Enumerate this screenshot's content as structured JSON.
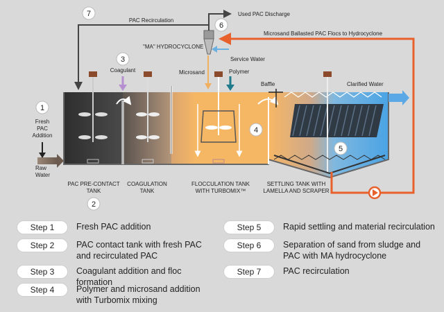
{
  "labels": {
    "pac_recirculation": "PAC Recirculation",
    "used_pac_discharge": "Used PAC Discharge",
    "microsand_flocs": "Microsand Ballasted PAC Flocs to Hydrocyclone",
    "ma_hydrocyclone": "\"MA\" HYDROCYCLONE",
    "service_water": "Service Water",
    "coagulant": "Coagulant",
    "microsand": "Microsand",
    "polymer": "Polymer",
    "baffle": "Baffle",
    "clarified_water": "Clarified Water",
    "fresh_pac_1": "Fresh",
    "fresh_pac_2": "PAC",
    "fresh_pac_3": "Addition",
    "raw_water_1": "Raw",
    "raw_water_2": "Water",
    "tank_pac_1": "PAC PRE-CONTACT",
    "tank_pac_2": "TANK",
    "tank_coag_1": "COAGULATION",
    "tank_coag_2": "TANK",
    "tank_floc_1": "FLOCCULATION TANK",
    "tank_floc_2": "WITH TURBOMIX™",
    "tank_settle_1": "SETTLING TANK WITH",
    "tank_settle_2": "LAMELLA AND SCRAPER"
  },
  "markers": [
    "1",
    "2",
    "3",
    "4",
    "5",
    "6",
    "7"
  ],
  "steps": [
    {
      "tag": "Step 1",
      "text": "Fresh PAC addition"
    },
    {
      "tag": "Step 2",
      "text": "PAC contact tank with fresh PAC and recirculated PAC"
    },
    {
      "tag": "Step 3",
      "text": "Coagulant addition and floc formation"
    },
    {
      "tag": "Step 4",
      "text": "Polymer and microsand addition with Turbomix mixing"
    },
    {
      "tag": "Step 5",
      "text": "Rapid settling and material recirculation"
    },
    {
      "tag": "Step 6",
      "text": "Separation of sand from sludge and PAC with MA hydrocyclone"
    },
    {
      "tag": "Step 7",
      "text": "PAC recirculation"
    }
  ],
  "colors": {
    "recirculation_line": "#e8612c",
    "service_water": "#6ab0e0",
    "coagulant": "#b58fcf",
    "polymer": "#1f7a8c",
    "microsand": "#f0b060",
    "clarified_water": "#5aa9e6",
    "pac_tank": "#3a3a3a",
    "floc_tank": "#f6b765"
  }
}
